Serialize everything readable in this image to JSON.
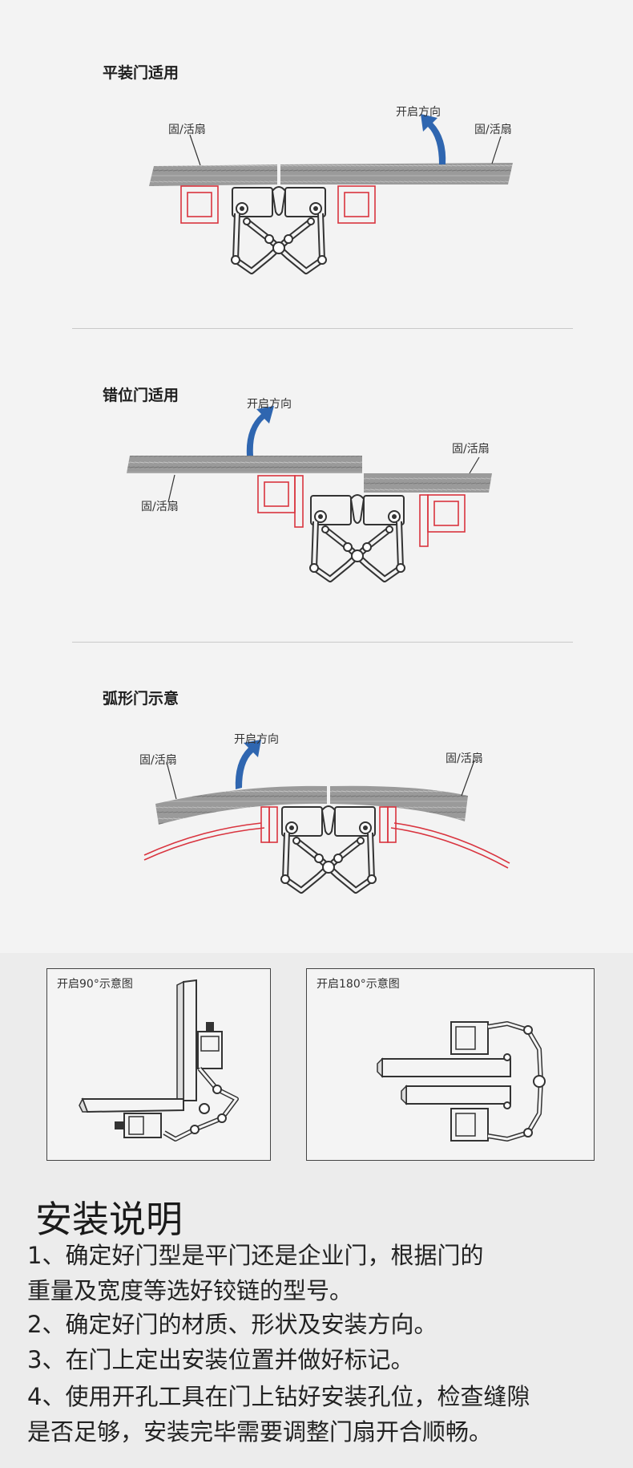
{
  "sections": [
    {
      "title": "平装门适用",
      "labels": {
        "left_leaf": "固/活扇",
        "right_leaf": "固/活扇",
        "direction": "开启方向"
      }
    },
    {
      "title": "错位门适用",
      "labels": {
        "left_leaf": "固/活扇",
        "right_leaf": "固/活扇",
        "direction": "开启方向"
      }
    },
    {
      "title": "弧形门示意",
      "labels": {
        "left_leaf": "固/活扇",
        "right_leaf": "固/活扇",
        "direction": "开启方向"
      }
    }
  ],
  "opening_diagrams": [
    {
      "label": "开启90°示意图"
    },
    {
      "label": "开启180°示意图"
    }
  ],
  "instructions": {
    "title": "安装说明",
    "lines": [
      "1、确定好门型是平门还是企业门，根据门的",
      "重量及宽度等选好铰链的型号。",
      "2、确定好门的材质、形状及安装方向。",
      "3、在门上定出安装位置并做好标记。",
      "4、使用开孔工具在门上钻好安装孔位，检查缝隙",
      "是否足够，安装完毕需要调整门扇开合顺畅。"
    ]
  },
  "colors": {
    "bracket_red": "#d9343f",
    "arrow_blue": "#2f66b0",
    "board_gray": "#8e8e8e",
    "hinge_stroke": "#333333"
  }
}
